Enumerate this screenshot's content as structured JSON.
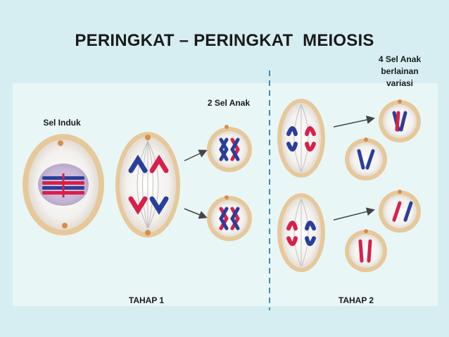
{
  "title": "PERINGKAT – PERINGKAT  MEIOSIS",
  "labels": {
    "parent_cell": "Sel Induk",
    "two_daughter": "2 Sel Anak",
    "four_daughter_line1": "4 Sel Anak",
    "four_daughter_line2": "berlainan",
    "four_daughter_line3": "variasi",
    "stage1": "TAHAP 1",
    "stage2": "TAHAP 2"
  },
  "colors": {
    "background": "#d6eef2",
    "panel": "#e9f6f6",
    "cell_rim": "#e6c89a",
    "chromosome_red": "#d8204a",
    "chromosome_blue": "#2a3f9a",
    "divider": "#3a8fb0"
  }
}
